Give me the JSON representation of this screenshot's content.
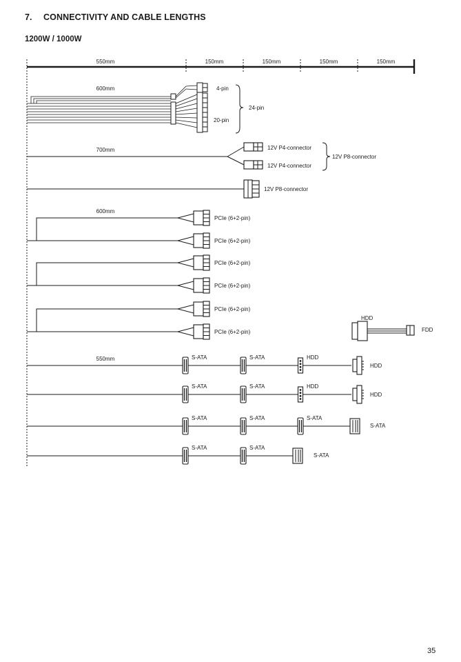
{
  "section": {
    "number": "7.",
    "title": "CONNECTIVITY AND CABLE LENGTHS"
  },
  "subtitle": "1200W / 1000W",
  "ruler": [
    "550mm",
    "150mm",
    "150mm",
    "150mm",
    "150mm"
  ],
  "main_cable": {
    "length": "600mm",
    "label_4pin": "4-pin",
    "label_20pin": "20-pin",
    "label_24pin": "24-pin"
  },
  "cpu_cables": {
    "length": "700mm",
    "p4_a": "12V P4-connector",
    "p4_b": "12V P4-connector",
    "p8_group": "12V P8-connector",
    "p8_single": "12V P8-connector"
  },
  "pcie_cables": {
    "length": "600mm",
    "labels": [
      "PCIe (6+2-pin)",
      "PCIe (6+2-pin)",
      "PCIe (6+2-pin)",
      "PCIe (6+2-pin)",
      "PCIe (6+2-pin)",
      "PCIe (6+2-pin)"
    ]
  },
  "fdd_adapter": {
    "hdd": "HDD",
    "fdd": "FDD"
  },
  "peripheral_cables": {
    "length": "550mm",
    "rows": [
      {
        "s1": "S-ATA",
        "s2": "S-ATA",
        "s3": "HDD",
        "end": "HDD"
      },
      {
        "s1": "S-ATA",
        "s2": "S-ATA",
        "s3": "HDD",
        "end": "HDD"
      },
      {
        "s1": "S-ATA",
        "s2": "S-ATA",
        "s3": "S-ATA",
        "end": "S-ATA"
      },
      {
        "s1": "S-ATA",
        "s2": "S-ATA",
        "end": "S-ATA"
      }
    ]
  },
  "page_number": "35"
}
